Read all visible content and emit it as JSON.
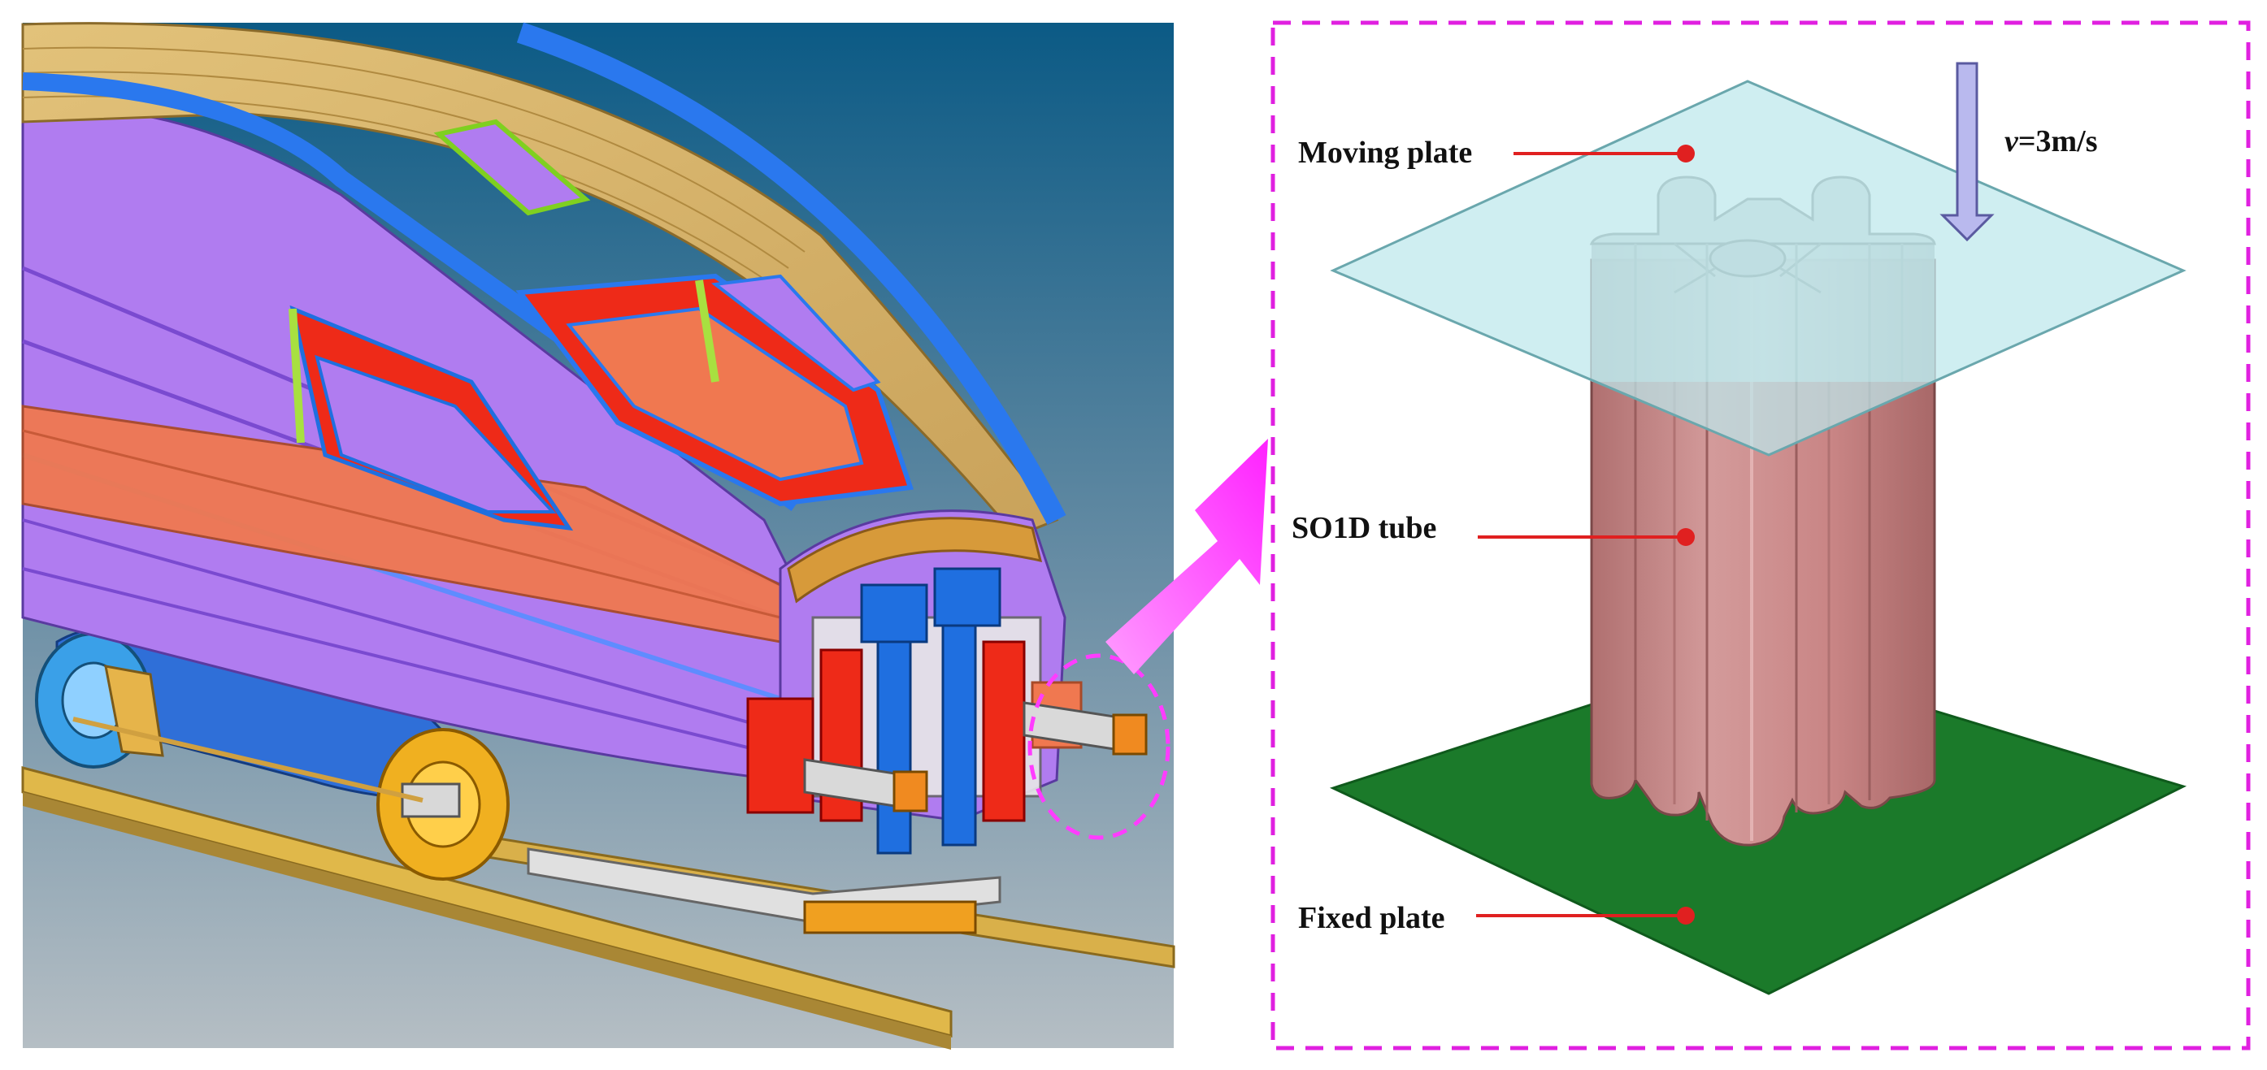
{
  "labels": {
    "moving_plate": "Moving plate",
    "tube": "SO1D tube",
    "fixed_plate": "Fixed plate",
    "velocity_symbol": "v",
    "velocity_value": "=3m/s"
  },
  "colors": {
    "panel_border": "#e020e0",
    "arrow_magenta": "#ff2cff",
    "moving_plate": "#bde8ec",
    "tube": "#c98585",
    "tube_top": "#c9cccd",
    "fixed_plate": "#1b7a2a",
    "leader_line": "#e02020",
    "velocity_arrow": "#b9b9ee",
    "train_purple": "#b07cf0",
    "train_roof": "#d9b46a",
    "train_blue": "#1f6fe0",
    "train_orange": "#f07850",
    "train_red": "#ee2a18",
    "background_top": "#0d5c86",
    "background_bottom": "#b3bdc3"
  },
  "icons": {
    "pointer_arrow": "pointer-arrow-icon",
    "velocity_arrow": "down-arrow-icon",
    "leader_dot": "dot-marker-icon"
  }
}
